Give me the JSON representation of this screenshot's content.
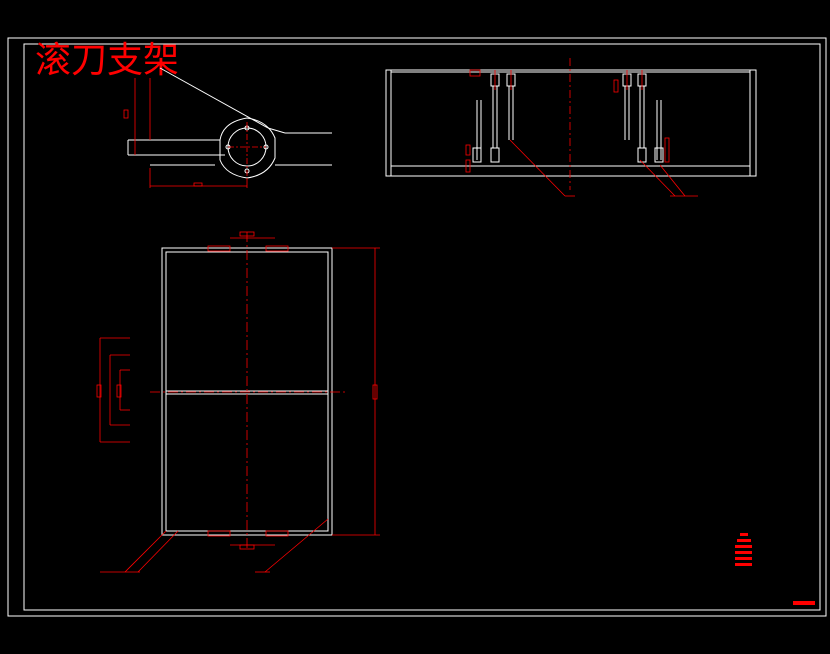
{
  "drawing": {
    "title": "滚刀支架",
    "background_color": "#000000",
    "line_color": "#ffffff",
    "annotation_color": "#ff0000",
    "centerline_color": "#ff0000"
  },
  "views": [
    {
      "name": "side-view",
      "description_visible": false
    },
    {
      "name": "top-section-view",
      "description_visible": false
    },
    {
      "name": "plan-view",
      "description_visible": false
    }
  ],
  "title_block": {
    "notes": [
      "",
      "",
      "",
      "",
      ""
    ],
    "scale_label": ""
  }
}
